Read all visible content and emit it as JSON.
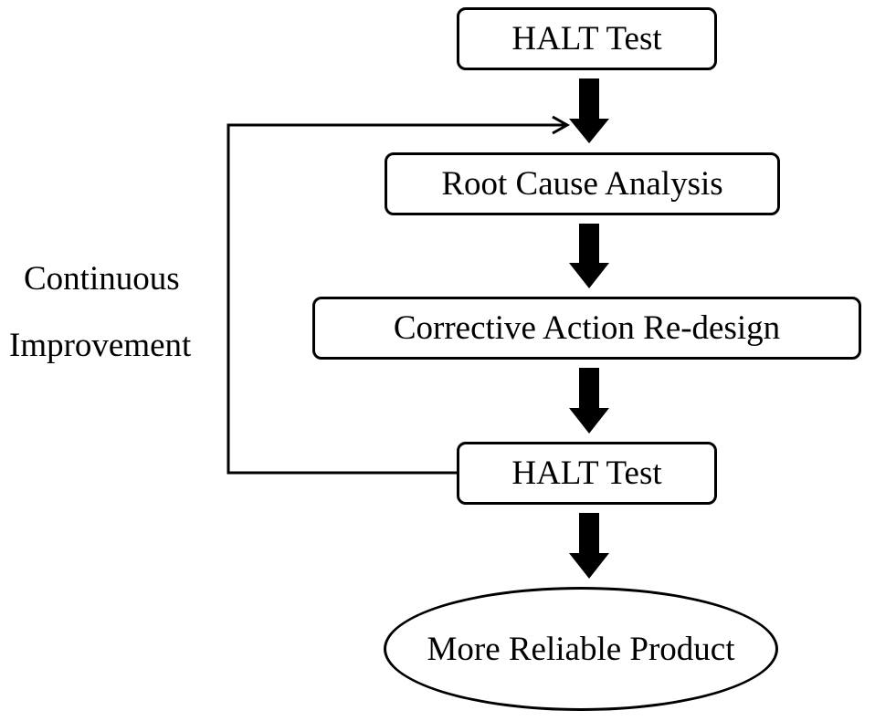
{
  "nodes": {
    "halt_test_1": "HALT Test",
    "root_cause_analysis": "Root Cause Analysis",
    "corrective_action": "Corrective Action Re-design",
    "halt_test_2": "HALT Test",
    "result": "More Reliable Product"
  },
  "loop_label": {
    "line1": "Continuous",
    "line2": "Improvement"
  },
  "colors": {
    "stroke": "#000000",
    "background": "#ffffff"
  }
}
